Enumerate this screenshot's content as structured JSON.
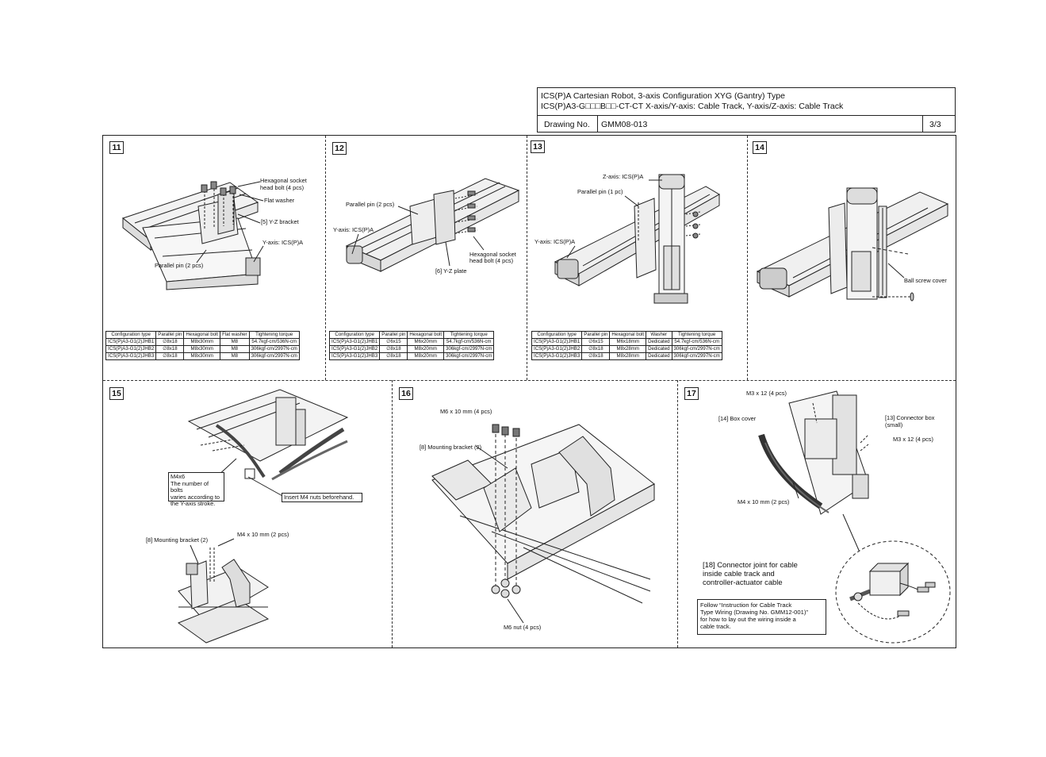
{
  "title": {
    "line1": "ICS(P)A Cartesian Robot, 3-axis Configuration XYG (Gantry) Type",
    "line2": "ICS(P)A3-G□□□B□□-CT-CT   X-axis/Y-axis: Cable Track, Y-axis/Z-axis: Cable Track",
    "drawing_label": "Drawing No.",
    "drawing_no": "GMM08-013",
    "page": "3/3"
  },
  "panels": {
    "p11": {
      "number": "11",
      "labels": {
        "socket_bolt": [
          "Hexagonal socket",
          "head bolt (4 pcs)"
        ],
        "flat_washer": "Flat washer",
        "yz_bracket": "[5] Y-Z bracket",
        "y_axis": "Y-axis: ICS(P)A",
        "parallel_pin": "Parallel pin (2 pcs)"
      },
      "table": {
        "headers": [
          "Configuration type",
          "Parallel pin",
          "Hexagonal bolt",
          "Flat washer",
          "Tightening torque"
        ],
        "rows": [
          [
            "ICS(P)A3-G1(2)JHB1",
            "∅8x18",
            "M8x30mm",
            "M8",
            "54.7kgf-cm/536N-cm"
          ],
          [
            "ICS(P)A3-G1(2)JHB2",
            "∅8x18",
            "M8x30mm",
            "M8",
            "306kgf-cm/2997N-cm"
          ],
          [
            "ICS(P)A3-G1(2)JHB3",
            "∅8x18",
            "M8x30mm",
            "M8",
            "306kgf-cm/2997N-cm"
          ]
        ]
      }
    },
    "p12": {
      "number": "12",
      "labels": {
        "parallel_pin": "Parallel pin (2 pcs)",
        "y_axis": "Y-axis: ICS(P)A",
        "socket_bolt": [
          "Hexagonal socket",
          "head bolt (4 pcs)"
        ],
        "yz_plate": "[6] Y-Z plate"
      },
      "table": {
        "headers": [
          "Configuration type",
          "Parallel pin",
          "Hexagonal bolt",
          "Tightening torque"
        ],
        "rows": [
          [
            "ICS(P)A3-G1(2)JHB1",
            "∅6x15",
            "M6x20mm",
            "54.7kgf-cm/536N-cm"
          ],
          [
            "ICS(P)A3-G1(2)JHB2",
            "∅8x18",
            "M8x20mm",
            "306kgf-cm/2997N-cm"
          ],
          [
            "ICS(P)A3-G1(2)JHB3",
            "∅8x18",
            "M8x20mm",
            "306kgf-cm/2997N-cm"
          ]
        ]
      }
    },
    "p13": {
      "number": "13",
      "labels": {
        "z_axis": "Z-axis: ICS(P)A",
        "parallel_pin": "Parallel pin (1 pc)",
        "y_axis": "Y-axis: ICS(P)A"
      },
      "table": {
        "headers": [
          "Configuration type",
          "Parallel pin",
          "Hexagonal bolt",
          "Washer",
          "Tightening torque"
        ],
        "rows": [
          [
            "ICS(P)A3-G1(2)JHB1",
            "∅6x15",
            "M6x18mm",
            "Dedicated",
            "54.7kgf-cm/536N-cm"
          ],
          [
            "ICS(P)A3-G1(2)JHB2",
            "∅8x18",
            "M8x28mm",
            "Dedicated",
            "306kgf-cm/2997N-cm"
          ],
          [
            "ICS(P)A3-G1(2)JHB3",
            "∅8x18",
            "M8x28mm",
            "Dedicated",
            "306kgf-cm/2997N-cm"
          ]
        ]
      }
    },
    "p14": {
      "number": "14",
      "labels": {
        "ball_screw_cover": "Ball screw cover"
      }
    },
    "p15": {
      "number": "15",
      "note_bolts": [
        "M4x6",
        "The number of bolts",
        "varies according to",
        "the Y-axis stroke."
      ],
      "note_nuts": "Insert M4 nuts beforehand.",
      "labels": {
        "mounting_bracket": "[8] Mounting bracket (2)",
        "m4_bolt": "M4 x 10 mm (2 pcs)"
      }
    },
    "p16": {
      "number": "16",
      "labels": {
        "m6_bolt": "M6 x 10 mm (4 pcs)",
        "mounting_bracket": "[8] Mounting bracket (2)",
        "m6_nut": "M6 nut (4 pcs)"
      }
    },
    "p17": {
      "number": "17",
      "labels": {
        "m3_top": "M3 x 12 (4 pcs)",
        "box_cover": "[14] Box cover",
        "connector_box": [
          "[13] Connector box",
          "(small)"
        ],
        "m3_right": "M3 x 12 (4 pcs)",
        "m4_bolt": "M4 x 10 mm (2 pcs)",
        "connector_joint": [
          "[18] Connector joint for cable",
          "inside cable track and",
          "controller-actuator cable"
        ]
      },
      "note": [
        "Follow “Instruction for Cable Track",
        "Type Wiring (Drawing No. GMM12-001)”",
        "for how to lay out the wiring inside a",
        "cable track."
      ]
    }
  }
}
